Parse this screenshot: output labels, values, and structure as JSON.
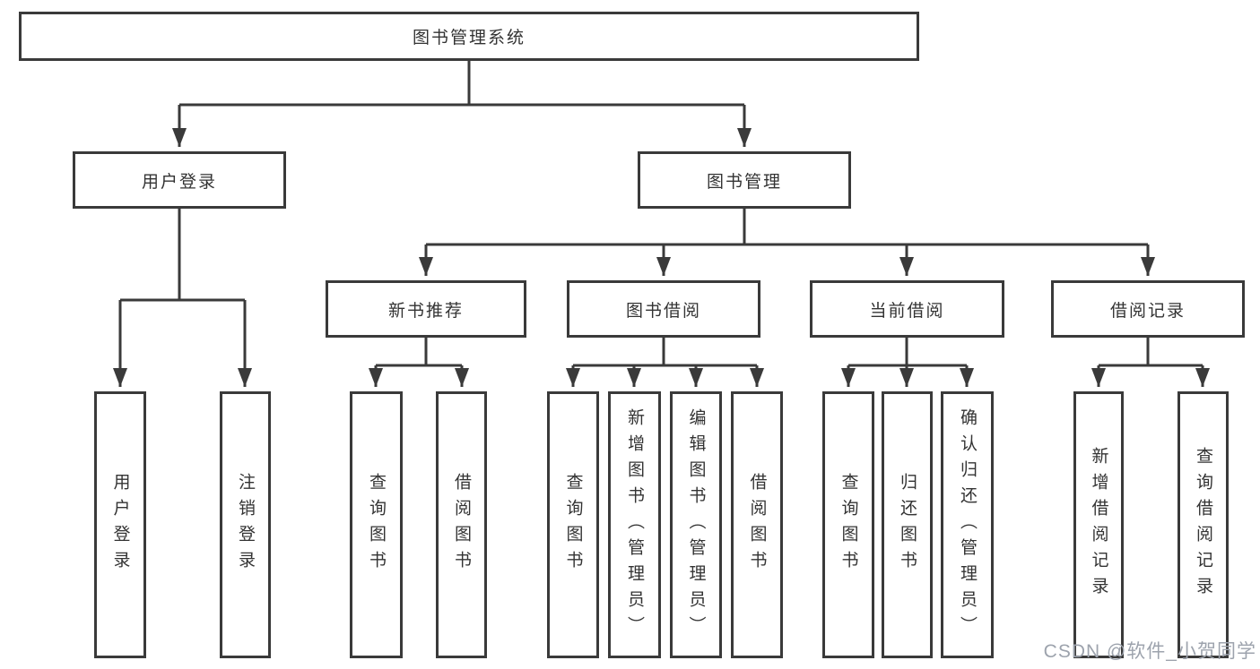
{
  "diagram": {
    "type": "tree",
    "colors": {
      "line": "#3a3a3a",
      "border": "#3a3a3a",
      "text": "#333333",
      "background": "#ffffff",
      "watermark": "#9da3ad"
    },
    "tree": {
      "root": {
        "label": "图书管理系统",
        "children": [
          {
            "label": "用户登录",
            "children": [
              {
                "label": "用户登录"
              },
              {
                "label": "注销登录"
              }
            ]
          },
          {
            "label": "图书管理",
            "children": [
              {
                "label": "新书推荐",
                "children": [
                  {
                    "label": "查询图书"
                  },
                  {
                    "label": "借阅图书"
                  }
                ]
              },
              {
                "label": "图书借阅",
                "children": [
                  {
                    "label": "查询图书"
                  },
                  {
                    "label": "新增图书（管理员）"
                  },
                  {
                    "label": "编辑图书（管理员）"
                  },
                  {
                    "label": "借阅图书"
                  }
                ]
              },
              {
                "label": "当前借阅",
                "children": [
                  {
                    "label": "查询图书"
                  },
                  {
                    "label": "归还图书"
                  },
                  {
                    "label": "确认归还（管理员）"
                  }
                ]
              },
              {
                "label": "借阅记录",
                "children": [
                  {
                    "label": "新增借阅记录"
                  },
                  {
                    "label": "查询借阅记录"
                  }
                ]
              }
            ]
          }
        ]
      }
    },
    "watermark": "CSDN @软件_小贺同学"
  }
}
